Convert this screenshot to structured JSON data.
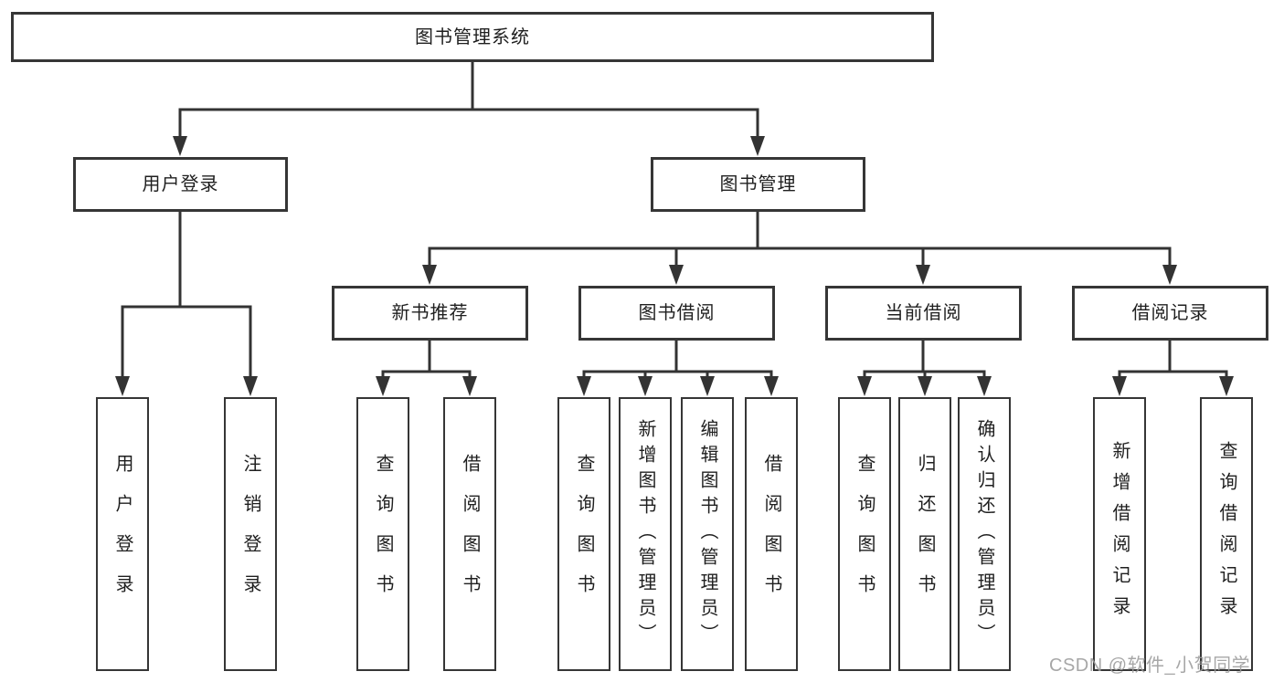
{
  "tree": {
    "root": {
      "label": "图书管理系统"
    },
    "children": [
      {
        "label": "用户登录",
        "children": [
          {
            "label": "用户登录"
          },
          {
            "label": "注销登录"
          }
        ]
      },
      {
        "label": "图书管理",
        "children": [
          {
            "label": "新书推荐",
            "children": [
              {
                "label": "查询图书"
              },
              {
                "label": "借阅图书"
              }
            ]
          },
          {
            "label": "图书借阅",
            "children": [
              {
                "label": "查询图书"
              },
              {
                "label": "新增图书（管理员）"
              },
              {
                "label": "编辑图书（管理员）"
              },
              {
                "label": "借阅图书"
              }
            ]
          },
          {
            "label": "当前借阅",
            "children": [
              {
                "label": "查询图书"
              },
              {
                "label": "归还图书"
              },
              {
                "label": "确认归还（管理员）"
              }
            ]
          },
          {
            "label": "借阅记录",
            "children": [
              {
                "label": "新增借阅记录"
              },
              {
                "label": "查询借阅记录"
              }
            ]
          }
        ]
      }
    ]
  },
  "watermark": {
    "text": "CSDN @软件_小贺同学"
  },
  "colors": {
    "line": "#333333",
    "box_border": "#363636",
    "text": "#1f1f1f",
    "watermark": "#9b9b9b",
    "background": "#ffffff"
  }
}
